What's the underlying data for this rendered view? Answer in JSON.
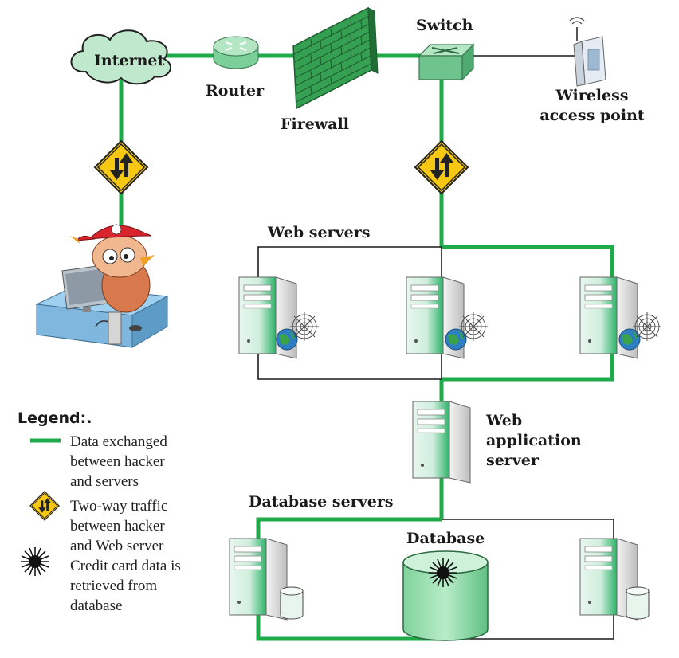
{
  "labels": {
    "internet": "Internet",
    "router": "Router",
    "firewall": "Firewall",
    "switch": "Switch",
    "wireless_line1": "Wireless",
    "wireless_line2": "access point",
    "web_servers": "Web servers",
    "web_app_line1": "Web",
    "web_app_line2": "application",
    "web_app_line3": "server",
    "database_servers": "Database servers",
    "database": "Database"
  },
  "legend": {
    "title": "Legend:.",
    "items": [
      {
        "icon": "green-line-icon",
        "lines": [
          "Data exchanged",
          "between hacker",
          "and servers"
        ]
      },
      {
        "icon": "two-way-traffic-sign-icon",
        "lines": [
          "Two-way traffic",
          "between hacker",
          "and Web server"
        ]
      },
      {
        "icon": "starburst-icon",
        "lines": [
          "Credit card data is",
          "retrieved from",
          "database"
        ]
      }
    ]
  },
  "colors": {
    "green_link": "#1faa4a",
    "black_link": "#1a1a1a",
    "server_green": "#2fb36a",
    "sign_yellow": "#f6c811",
    "cloud": "#bfe8cc",
    "firewall": "#2b8f45"
  }
}
